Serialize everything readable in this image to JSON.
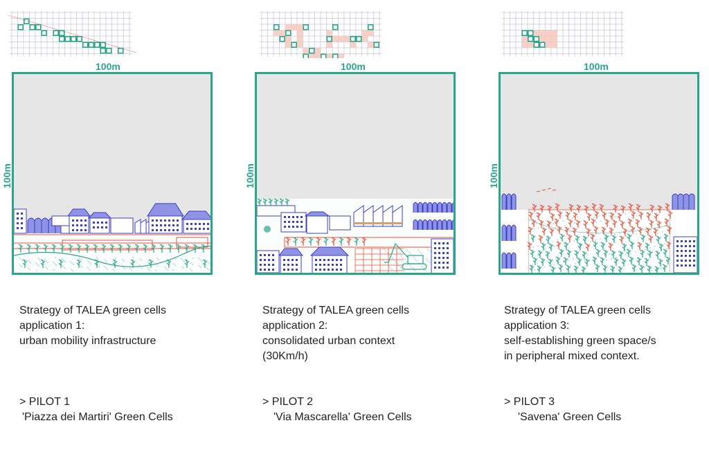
{
  "colors": {
    "teal": "#2aa58a",
    "building_blue": "#3b3fc0",
    "roof_fill": "#8f93e6",
    "red": "#e0553d",
    "pink_cell": "#f6c9bd",
    "sky_gray": "#e6e6e6",
    "grid_line": "#c9c9d6"
  },
  "panels": [
    {
      "scale_horizontal": "100m",
      "scale_vertical": "100m",
      "title": "Strategy of TALEA green cells",
      "application": "application 1:",
      "description_lines": [
        "urban mobility infrastructure"
      ],
      "pilot": "> PILOT 1",
      "pilot_name": "'Piazza dei Martiri' Green Cells",
      "grid_pattern": "linear"
    },
    {
      "scale_horizontal": "100m",
      "scale_vertical": "100m",
      "title": "Strategy of TALEA green cells",
      "application": "application 2:",
      "description_lines": [
        "consolidated urban context",
        "(30Km/h)"
      ],
      "pilot": "> PILOT 2",
      "pilot_name": "'Via Mascarella' Green Cells",
      "grid_pattern": "scattered"
    },
    {
      "scale_horizontal": "100m",
      "scale_vertical": "100m",
      "title": "Strategy of TALEA green cells",
      "application": "application 3:",
      "description_lines": [
        "self-establishing green space/s",
        "in peripheral mixed context."
      ],
      "pilot": "> PILOT 3",
      "pilot_name": "'Savena' Green Cells",
      "grid_pattern": "clustered"
    }
  ]
}
